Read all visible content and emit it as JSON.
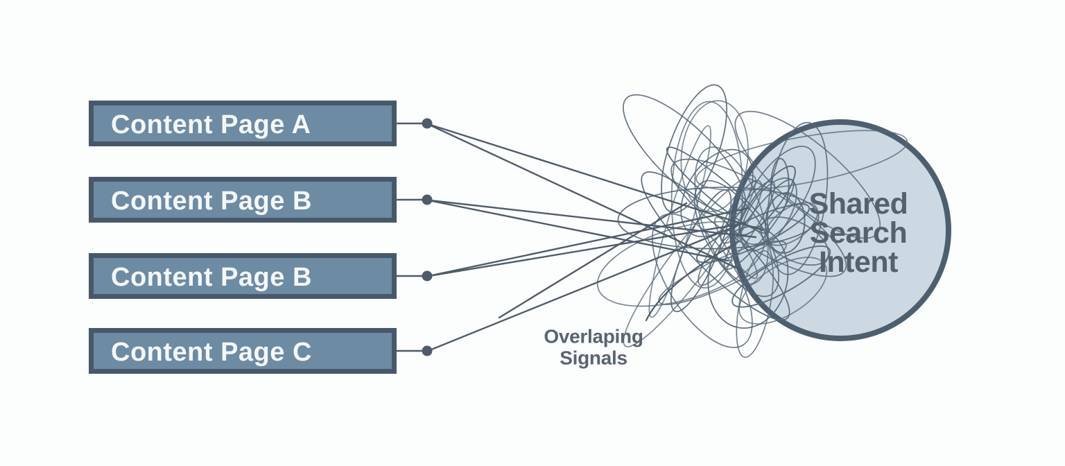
{
  "pages": [
    {
      "label": "Content Page A"
    },
    {
      "label": "Content Page B"
    },
    {
      "label": "Content Page B"
    },
    {
      "label": "Content Page C"
    }
  ],
  "intent_circle": {
    "label_lines": [
      "Shared",
      "Search",
      "Intent"
    ]
  },
  "overlap_label": {
    "lines": [
      "Overlaping",
      "Signals"
    ]
  },
  "scribble": {
    "seed": 42,
    "loop_count": 26,
    "core_loop_count": 10
  },
  "colors": {
    "background": "#fcfdfd",
    "box_fill": "#6d8ba3",
    "box_border": "#47586a",
    "box_text": "#f4f7f9",
    "connector": "#4e5c69",
    "scribble": "#57697a",
    "circle_fill": "#ccd9e2",
    "circle_border": "#4d5f6e",
    "circle_text": "#55626e",
    "label_text": "#596471"
  }
}
